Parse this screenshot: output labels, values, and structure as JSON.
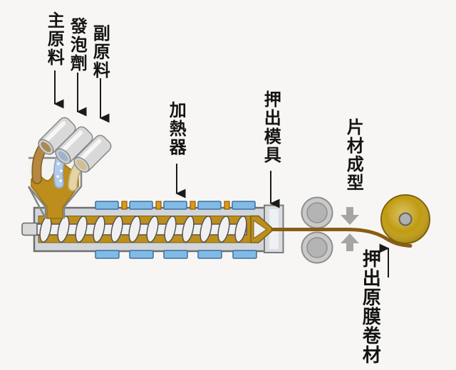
{
  "diagram": {
    "labels": {
      "main_material": "主原料",
      "foaming_agent": "發泡劑",
      "auxiliary_material": "副原料",
      "heater": "加熱器",
      "extrusion_die": "押出模具",
      "sheet_forming": "片材成型",
      "extruded_film_roll": "押出原膜卷材"
    },
    "colors": {
      "background": "#f7f6f4",
      "label_text": "#141414",
      "arrow_black": "#1a1a1a",
      "machine_gray": "#d2d6da",
      "melt_gold": "#bd8e1b",
      "heater_blue": "#82bae6",
      "heater_border": "#3d6f9e",
      "connector_orange": "#dd9a14",
      "stream_main": "#b5873f",
      "stream_foaming": "#b3cbe9",
      "stream_auxiliary": "#e2d4a4",
      "screw_white": "#f0f0f0",
      "roller_gray": "#c9c9c9",
      "press_arrow_gray": "#a5a5a5",
      "sheet_brown": "#8a5c14",
      "film_roll_gold": "#c09b10"
    }
  }
}
